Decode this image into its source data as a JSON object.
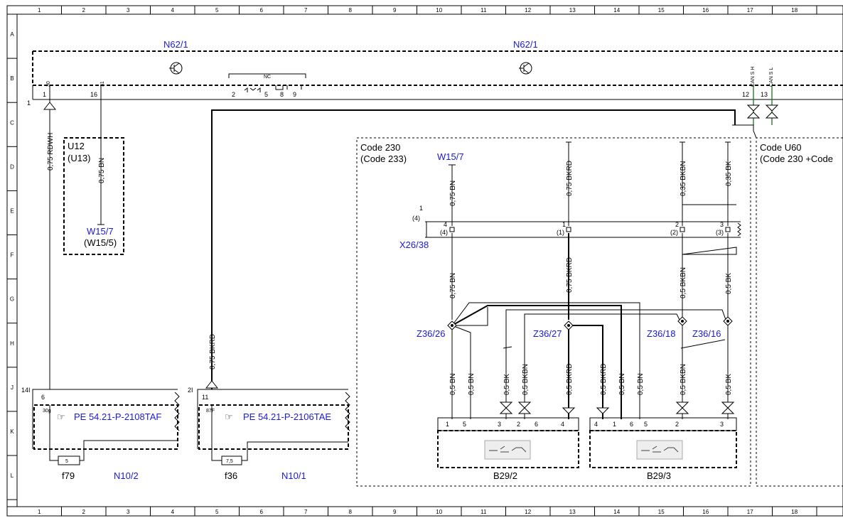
{
  "grid": {
    "columns": [
      "1",
      "2",
      "3",
      "4",
      "5",
      "6",
      "7",
      "8",
      "9",
      "10",
      "11",
      "12",
      "13",
      "14",
      "15",
      "16",
      "17",
      "18"
    ],
    "rows": [
      "A",
      "B",
      "C",
      "D",
      "E",
      "F",
      "G",
      "H",
      "J",
      "K",
      "L"
    ]
  },
  "components": {
    "n62_left": "N62/1",
    "n62_right": "N62/1",
    "u12": "U12",
    "u13": "(U13)",
    "w15_7_left": "W15/7",
    "w15_5": "(W15/5)",
    "w15_7_mid": "W15/7",
    "code230": "Code 230",
    "code233": "(Code 233)",
    "codeu60": "Code U60",
    "codeu60_sub": "(Code 230  +Code",
    "x26_38": "X26/38",
    "z36_26": "Z36/26",
    "z36_27": "Z36/27",
    "z36_18": "Z36/18",
    "z36_16": "Z36/16",
    "b29_2": "B29/2",
    "b29_3": "B29/3",
    "n10_2": "N10/2",
    "n10_1": "N10/1",
    "f79": "f79",
    "f36": "f36",
    "pe_left": "PE 54.21-P-2108TAF",
    "pe_right": "PE 54.21-P-2106TAE",
    "ref_14i": "14I",
    "ref_2i": "2I"
  },
  "wires": {
    "rdwh": "0,75 RDWH",
    "bn075_u12": "0,75 BN",
    "bkrd075_left": "0,75 BKRD",
    "bn075_top": "0,75 BN",
    "bkrd075_top": "0,75 BKRD",
    "bkbn035": "0,35 BKBN",
    "bk035": "0,35 BK",
    "bn075_mid": "0,75 BN",
    "bkrd075_mid": "0,75 BKRD",
    "bkbn05_mid": "0,5 BKBN",
    "bk05_mid": "0,5 BK",
    "bot": [
      "0,5 BN",
      "0,5 BN",
      "0,5 BK",
      "0,5 BKBN",
      "0,5 BKRD",
      "0,5 BKRD",
      "0,5 BN",
      "0,5 BN",
      "0,5 BKBN",
      "0,5 BK"
    ]
  },
  "pins": {
    "n62_30": "30",
    "n62_31": "31",
    "n62_1": "1",
    "n62_16": "16",
    "p2": "2",
    "p5": "5",
    "p8": "8",
    "p9": "9",
    "nc": "NC",
    "cansh": "CAN S H",
    "cansl": "CAN S L",
    "p12": "12",
    "p13": "13",
    "row1": "1",
    "x_1": "1",
    "x_4": "(4)",
    "x_p4": "4",
    "x_p4b": "(4)",
    "x_p1": "1",
    "x_p1b": "(1)",
    "x_p2": "2",
    "x_p2b": "(2)",
    "x_p3": "3",
    "x_p3b": "(3)",
    "n10_6": "6",
    "n10_30g": "30g",
    "n10_11": "11",
    "n10_87f": "87F",
    "fuse5": "5",
    "fuse75": "7,5",
    "b1": "1",
    "b5": "5",
    "b3": "3",
    "b2": "2",
    "b6": "6",
    "b4": "4",
    "c4": "4",
    "c1": "1",
    "c6": "6",
    "c5": "5",
    "c2": "2",
    "c3": "3"
  }
}
